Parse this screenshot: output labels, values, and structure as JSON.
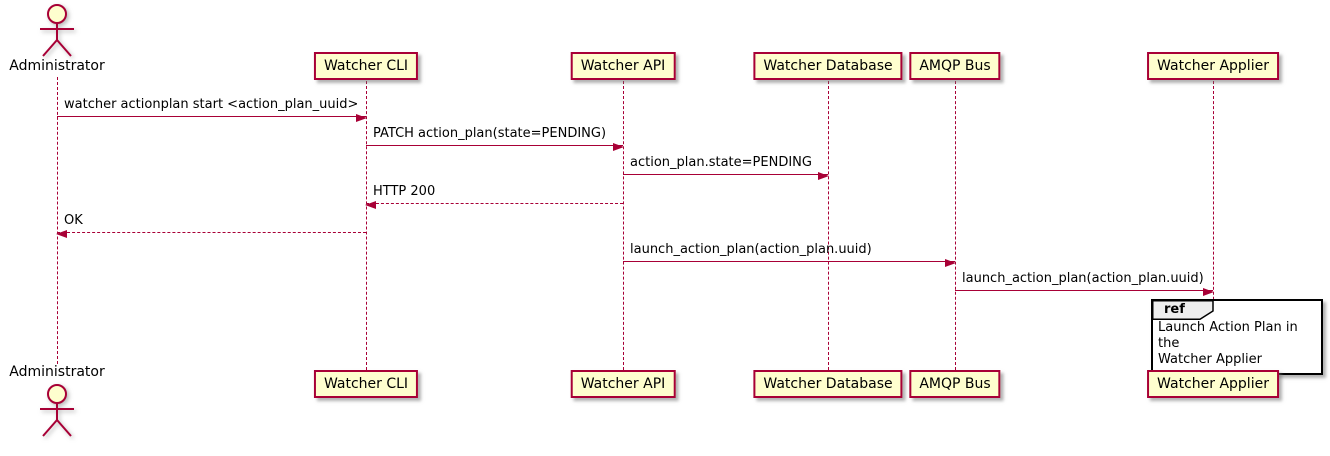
{
  "diagram": {
    "kind": "uml-sequence-diagram",
    "colors": {
      "background": "#FFFFFF",
      "participant_fill": "#FEFECE",
      "participant_border": "#A80036",
      "lifeline": "#A80036",
      "arrow": "#A80036",
      "text": "#000000",
      "ref_header_fill": "#EEEEEE",
      "ref_border": "#000000"
    }
  },
  "actor": {
    "label": "Administrator"
  },
  "participants": [
    {
      "label": "Watcher CLI"
    },
    {
      "label": "Watcher API"
    },
    {
      "label": "Watcher Database"
    },
    {
      "label": "AMQP Bus"
    },
    {
      "label": "Watcher Applier"
    }
  ],
  "messages": [
    {
      "from": "Administrator",
      "to": "Watcher CLI",
      "style": "solid",
      "text": "watcher actionplan start <action_plan_uuid>"
    },
    {
      "from": "Watcher CLI",
      "to": "Watcher API",
      "style": "solid",
      "text": "PATCH action_plan(state=PENDING)"
    },
    {
      "from": "Watcher API",
      "to": "Watcher Database",
      "style": "solid",
      "text": "action_plan.state=PENDING"
    },
    {
      "from": "Watcher API",
      "to": "Watcher CLI",
      "style": "dashed",
      "text": "HTTP 200"
    },
    {
      "from": "Watcher CLI",
      "to": "Administrator",
      "style": "dashed",
      "text": "OK"
    },
    {
      "from": "Watcher API",
      "to": "AMQP Bus",
      "style": "solid",
      "text": "launch_action_plan(action_plan.uuid)"
    },
    {
      "from": "AMQP Bus",
      "to": "Watcher Applier",
      "style": "solid",
      "text": "launch_action_plan(action_plan.uuid)"
    }
  ],
  "ref": {
    "keyword": "ref",
    "lines": [
      "Launch Action Plan in the",
      "Watcher Applier"
    ]
  }
}
